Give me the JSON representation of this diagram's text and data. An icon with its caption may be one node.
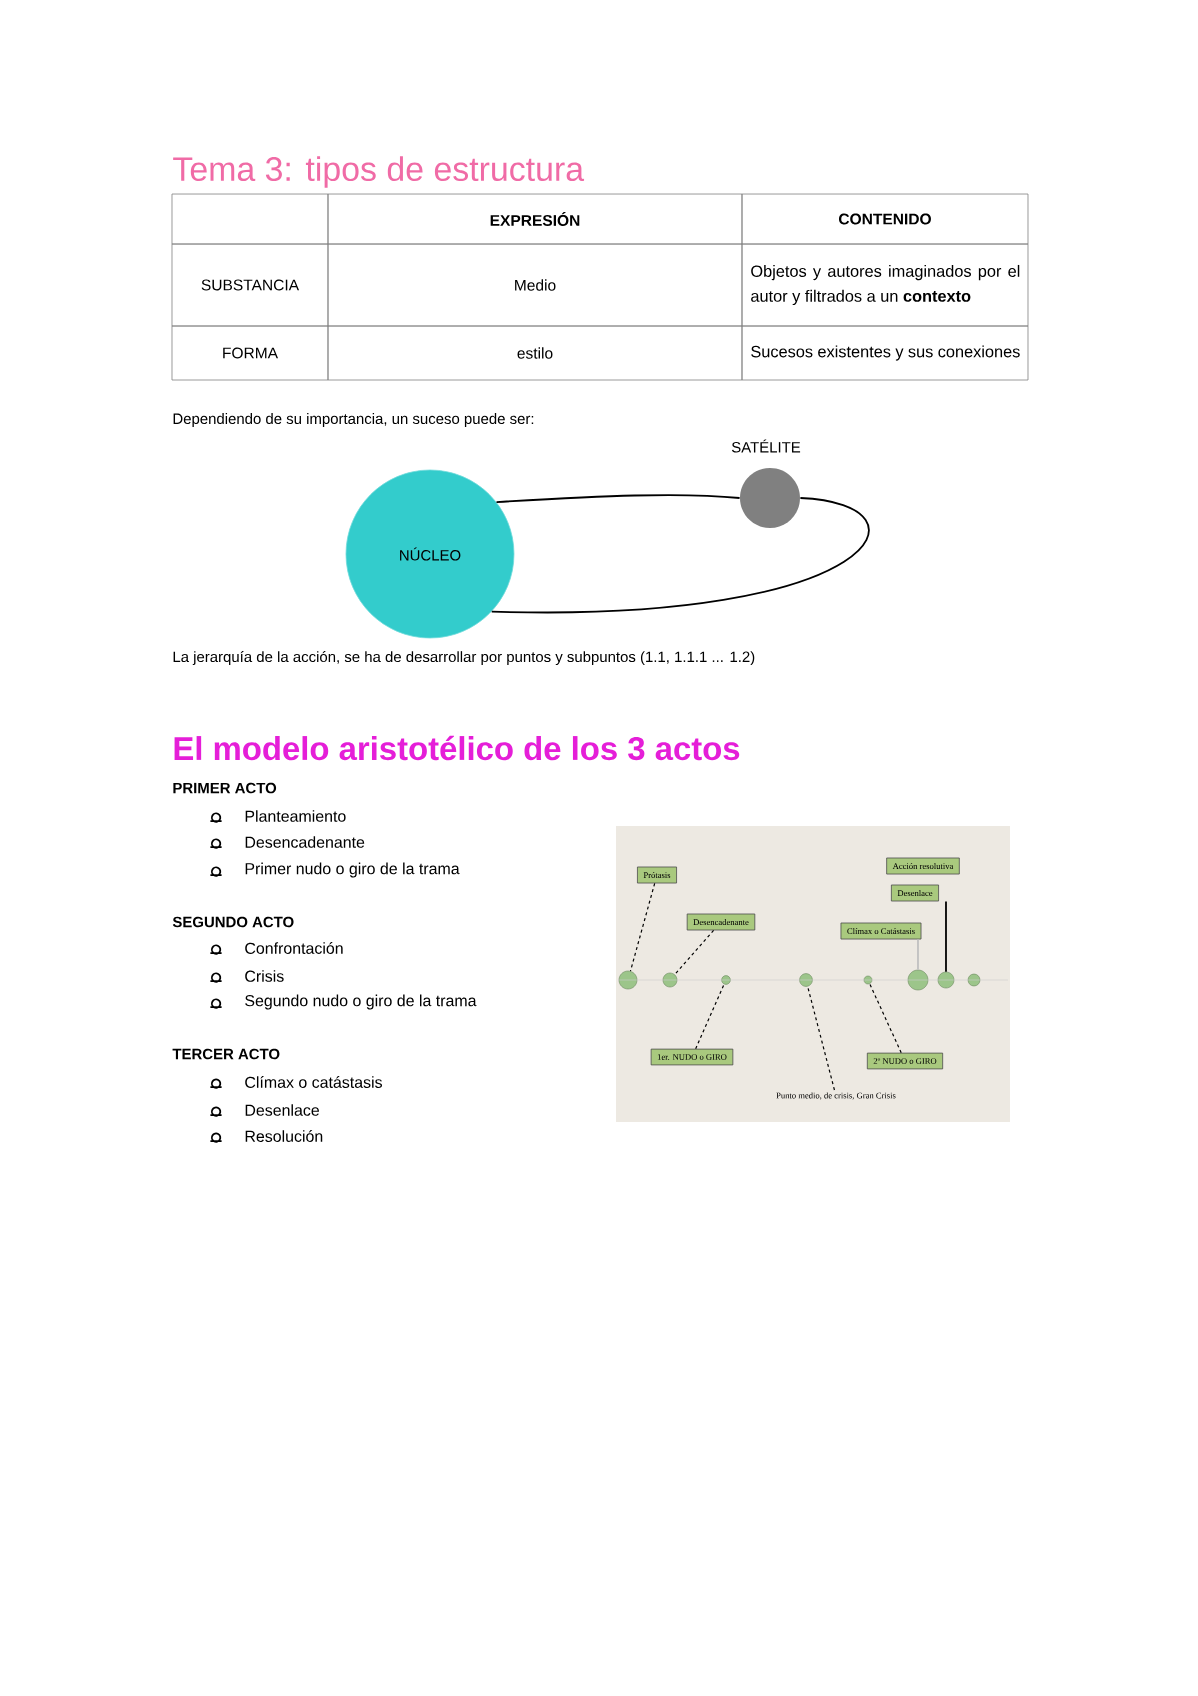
{
  "diagram": {
    "title": "Tema 3: tipos de estructura",
    "nodes": [
      {
        "text": [
          "NÚCLEO"
        ]
      },
      {
        "text": [
          "SATÉLITE"
        ]
      },
      {
        "text": [
          "Prótasis"
        ]
      },
      {
        "text": [
          "Desencadenante"
        ]
      },
      {
        "text": [
          "Acción resolutiva"
        ]
      },
      {
        "text": [
          "Desenlace"
        ]
      },
      {
        "text": [
          "Clímax o Catástasis"
        ]
      },
      {
        "text": [
          "1er. NUDO o GIRO"
        ]
      },
      {
        "text": [
          "2º NUDO o GIRO"
        ]
      },
      {
        "text": [
          "Punto medio, de crisis, Gran Crisis"
        ]
      },
      {
        "text": [],
        "shape": "circle"
      },
      {
        "text": [],
        "shape": "circle"
      },
      {
        "text": [],
        "shape": "circle"
      },
      {
        "text": [],
        "shape": "circle"
      },
      {
        "text": [],
        "shape": "circle"
      },
      {
        "text": [],
        "shape": "circle"
      },
      {
        "text": [],
        "shape": "circle"
      },
      {
        "text": [],
        "shape": "circle"
      }
    ],
    "edges": [
      {
        "from": 0,
        "to": 1,
        "arrow": "none"
      },
      {
        "from": 1,
        "to": 0,
        "arrow": "none"
      },
      {
        "from": 2,
        "to": 10,
        "arrow": "none",
        "style": "dashed"
      },
      {
        "from": 3,
        "to": 11,
        "arrow": "none",
        "style": "dashed"
      },
      {
        "from": 7,
        "to": 12,
        "arrow": "none",
        "style": "dashed"
      },
      {
        "from": 9,
        "to": 13,
        "arrow": "none",
        "style": "dashed"
      },
      {
        "from": 8,
        "to": 14,
        "arrow": "none",
        "style": "dashed"
      },
      {
        "from": 6,
        "to": 15,
        "arrow": "none",
        "color": "#c0c0c0"
      },
      {
        "from": 5,
        "to": 16,
        "arrow": "none"
      }
    ],
    "labels": [
      "EXPRESIÓN",
      "CONTENIDO",
      "SUBSTANCIA",
      "Medio",
      "Objetos y autores imaginados por el autor y filtrados a un **contexto**",
      "FORMA",
      "estilo",
      "Sucesos existentes y sus conexiones",
      "Dependiendo de su importancia, un suceso puede ser:",
      "La jerarquía de la acción, se ha de desarrollar por puntos y subpuntos (1.1, 1.1.1 ... 1.2)",
      "El modelo aristotélico de los 3 actos",
      "PRIMER ACTO",
      "Planteamiento",
      "Desencadenante",
      "Primer nudo o giro de la trama",
      "SEGUNDO ACTO",
      "Confrontación",
      "Crisis",
      "Segundo nudo o giro de la trama",
      "TERCER ACTO",
      "Clímax o catástasis",
      "Desenlace",
      "Resolución"
    ]
  }
}
